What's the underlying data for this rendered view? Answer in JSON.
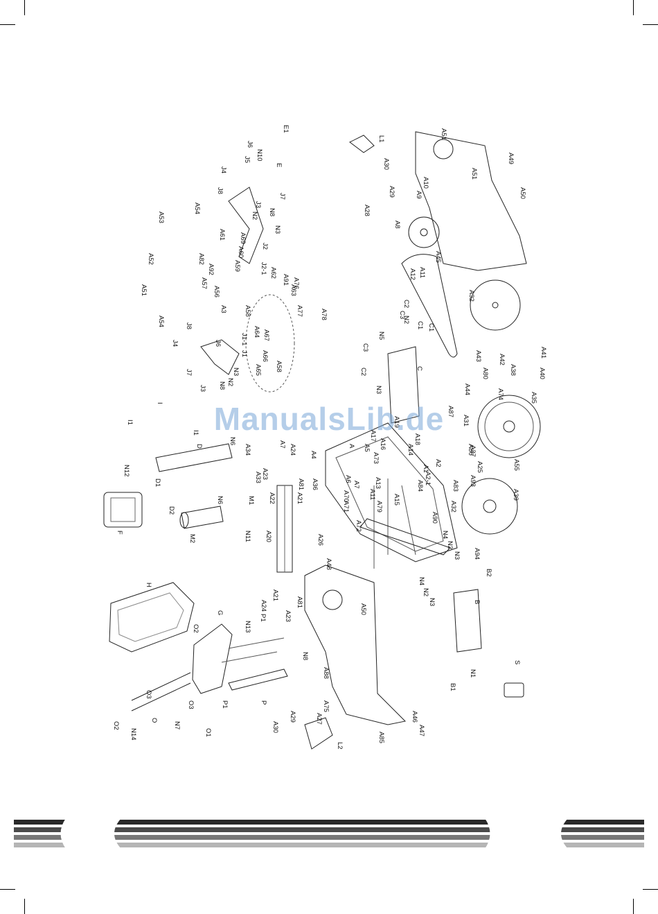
{
  "watermark": "ManualsLib.de",
  "part_labels": [
    "E1",
    "E",
    "J6",
    "N10",
    "J5",
    "J4",
    "J7",
    "J8",
    "J3",
    "N8",
    "N2",
    "N3",
    "J2",
    "A69",
    "A60",
    "A61",
    "A82",
    "A92",
    "A59",
    "J2-1",
    "A62",
    "A91",
    "A76",
    "A63",
    "A77",
    "A78",
    "A57",
    "A56",
    "A3",
    "A58",
    "A53",
    "A54",
    "A52",
    "A51",
    "A54",
    "J8",
    "J4",
    "J6",
    "J7",
    "J3",
    "J1",
    "J1-1",
    "N3",
    "N2",
    "N8",
    "A64",
    "A67",
    "A66",
    "A65",
    "A58",
    "I",
    "I1",
    "I1",
    "D",
    "N6",
    "A34",
    "A33",
    "N12",
    "D1",
    "D2",
    "F",
    "M1",
    "N11",
    "M2",
    "N6",
    "A7",
    "A24",
    "A23",
    "A81",
    "A22",
    "A21",
    "A20",
    "A26",
    "A4",
    "A36",
    "H",
    "O2",
    "G",
    "N13",
    "P1",
    "A24",
    "A21",
    "A23",
    "A81",
    "N8",
    "P",
    "P1",
    "O3",
    "O3",
    "O",
    "O2",
    "N14",
    "N7",
    "O1",
    "A48",
    "A50",
    "A88",
    "A27",
    "A75",
    "A29",
    "A30",
    "L2",
    "A46",
    "A47",
    "A85",
    "A",
    "A5",
    "A73",
    "A6",
    "A7",
    "A70",
    "A71",
    "A72",
    "A13",
    "A11",
    "A79",
    "A15",
    "A17",
    "A16",
    "A14",
    "A18",
    "A84",
    "A90",
    "A1",
    "A2",
    "A2-1",
    "A83",
    "A32",
    "A93",
    "A25",
    "A37",
    "A55",
    "A39",
    "A94",
    "A87",
    "A86",
    "A31",
    "A74",
    "A35",
    "A44",
    "A80",
    "A42",
    "A43",
    "A38",
    "A40",
    "A41",
    "A19",
    "N4",
    "N2",
    "N3",
    "N4",
    "N2",
    "N3",
    "B2",
    "B",
    "B1",
    "N1",
    "S",
    "C",
    "C1",
    "C2",
    "C3",
    "N5",
    "N3",
    "C3",
    "C2",
    "N2",
    "C1",
    "L1",
    "A30",
    "A29",
    "A28",
    "A51",
    "A51",
    "A49",
    "A10",
    "A9",
    "A8",
    "A50",
    "A12",
    "A11",
    "A45",
    "A32"
  ]
}
